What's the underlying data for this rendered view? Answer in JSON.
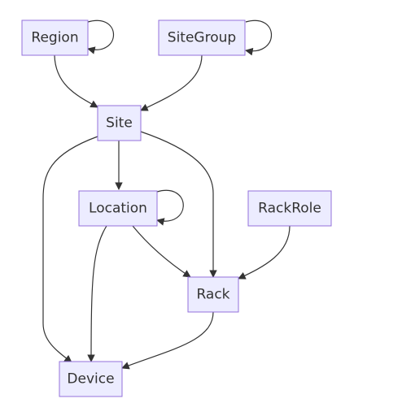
{
  "diagram": {
    "nodes": [
      {
        "id": "region",
        "label": "Region"
      },
      {
        "id": "sitegroup",
        "label": "SiteGroup"
      },
      {
        "id": "site",
        "label": "Site"
      },
      {
        "id": "location",
        "label": "Location"
      },
      {
        "id": "rackrole",
        "label": "RackRole"
      },
      {
        "id": "rack",
        "label": "Rack"
      },
      {
        "id": "device",
        "label": "Device"
      }
    ],
    "edges": [
      {
        "from": "region",
        "to": "region"
      },
      {
        "from": "sitegroup",
        "to": "sitegroup"
      },
      {
        "from": "region",
        "to": "site"
      },
      {
        "from": "sitegroup",
        "to": "site"
      },
      {
        "from": "site",
        "to": "location"
      },
      {
        "from": "site",
        "to": "rack"
      },
      {
        "from": "site",
        "to": "device"
      },
      {
        "from": "location",
        "to": "location"
      },
      {
        "from": "location",
        "to": "rack"
      },
      {
        "from": "location",
        "to": "device"
      },
      {
        "from": "rackrole",
        "to": "rack"
      },
      {
        "from": "rack",
        "to": "device"
      }
    ],
    "colors": {
      "node_fill": "#ececff",
      "node_stroke": "#9370db",
      "edge": "#333333",
      "text": "#333333"
    }
  }
}
